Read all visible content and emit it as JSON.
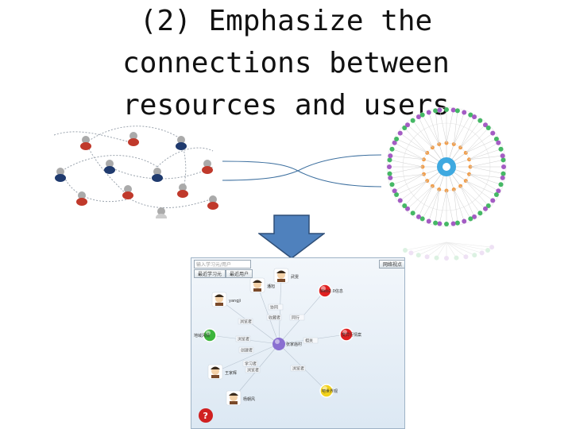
{
  "title": {
    "line1": "(2) Emphasize the",
    "line2": "connections between",
    "line3": "resources and users"
  },
  "app": {
    "search_placeholder": "输入学习元/用户",
    "buttons": [
      "最近学习元",
      "最近用户",
      "网络视点"
    ],
    "users": [
      "武雯",
      "潘旭",
      "yangji",
      "王家辉",
      "杨朝风"
    ],
    "resources": [
      "Web2.0信息",
      "地域风情",
      "变异行情案",
      "吧世界观"
    ],
    "center": "张家庙村",
    "relations": [
      "浏览者",
      "浏览者",
      "学习者",
      "协同",
      "浏览者",
      "收藏者",
      "同行",
      "相关",
      "浏览者",
      "创建者"
    ]
  },
  "colors": {
    "arrow": "#4f81bd",
    "user_red": "#c0392b",
    "user_navy": "#1f3a6e",
    "resource_red": "#e02020",
    "resource_green": "#3cb53c",
    "resource_yellow": "#f2d21b",
    "center_purple": "#8a6fd1",
    "hub_blue": "#3fa9e0"
  }
}
